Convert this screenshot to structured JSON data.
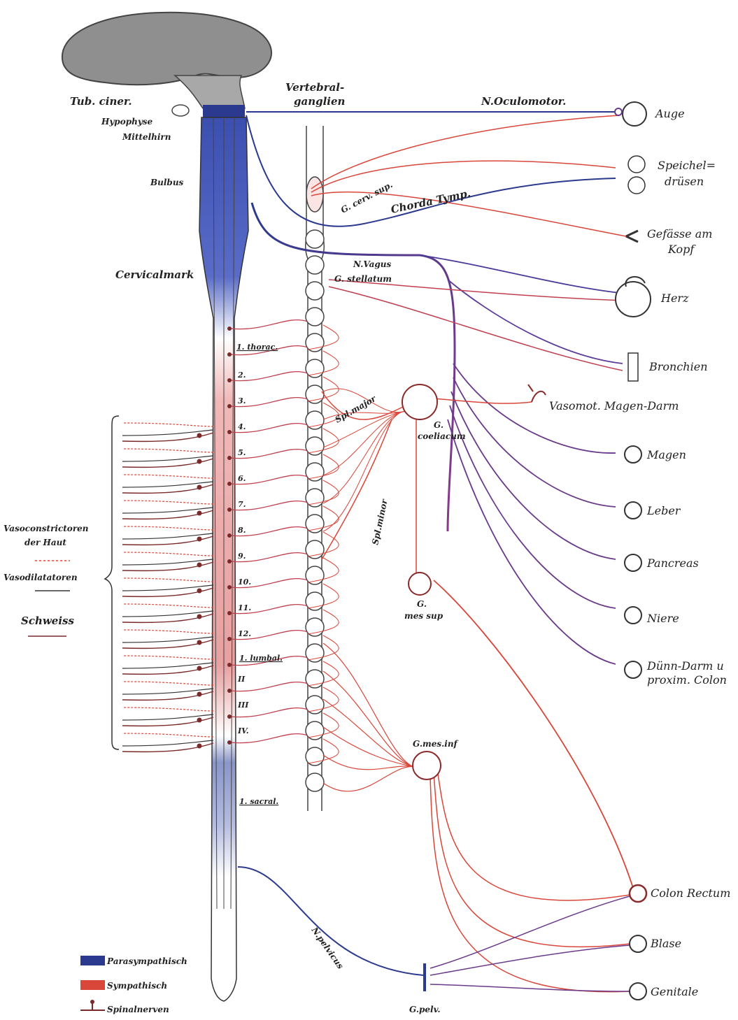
{
  "labels": {
    "tub_ciner": "Tub. ciner.",
    "hypophyse": "Hypophyse",
    "mittelhirn": "Mittelhirn",
    "bulbus": "Bulbus",
    "cervicalmark": "Cervicalmark",
    "vertebralganglien_1": "Vertebral-",
    "vertebralganglien_2": "ganglien",
    "n_oculomotor": "N.Oculomotor.",
    "g_cerv_sup": "G. cerv. sup.",
    "chorda_tymp": "Chorda Tymp.",
    "n_vagus": "N.Vagus",
    "g_stellatum": "G. stellatum",
    "spl_major": "Spl.major",
    "spl_minor": "Spl.minor",
    "g_coeliacum_1": "G.",
    "g_coeliacum_2": "coeliacum",
    "g_mes_sup_1": "G.",
    "g_mes_sup_2": "mes sup",
    "g_mes_inf": "G.mes.inf",
    "n_pelvicus": "N.pelvicus",
    "g_pelv": "G.pelv.",
    "thorac": "1. thorac.",
    "lumbal": "1. lumbal.",
    "sacral": "1. sacral.",
    "vasoconstrictoren_1": "Vasoconstrictoren",
    "vasoconstrictoren_2": "der Haut",
    "vasodilatatoren": "Vasodilatatoren",
    "schweiss": "Schweiss"
  },
  "segments": [
    "2.",
    "3.",
    "4.",
    "5.",
    "6.",
    "7.",
    "8.",
    "9.",
    "10.",
    "11.",
    "12.",
    "II",
    "III",
    "IV."
  ],
  "organs": [
    {
      "id": "auge",
      "label": "Auge"
    },
    {
      "id": "speicheldruesen_1",
      "label": "Speichel="
    },
    {
      "id": "speicheldruesen_2",
      "label": "drüsen"
    },
    {
      "id": "gefaesse_1",
      "label": "Gefässe am"
    },
    {
      "id": "gefaesse_2",
      "label": "Kopf"
    },
    {
      "id": "herz",
      "label": "Herz"
    },
    {
      "id": "bronchien",
      "label": "Bronchien"
    },
    {
      "id": "vasomot",
      "label": "Vasomot. Magen-Darm"
    },
    {
      "id": "magen",
      "label": "Magen"
    },
    {
      "id": "leber",
      "label": "Leber"
    },
    {
      "id": "pancreas",
      "label": "Pancreas"
    },
    {
      "id": "niere",
      "label": "Niere"
    },
    {
      "id": "duenn_1",
      "label": "Dünn-Darm u"
    },
    {
      "id": "duenn_2",
      "label": "proxim. Colon"
    },
    {
      "id": "colon",
      "label": "Colon Rectum"
    },
    {
      "id": "blase",
      "label": "Blase"
    },
    {
      "id": "genitale",
      "label": "Genitale"
    }
  ],
  "legend": {
    "parasympathisch": "Parasympathisch",
    "sympathisch": "Sympathisch",
    "spinalnerven": "Spinalnerven"
  },
  "colors": {
    "parasympathetic": "#2b3a8f",
    "sympathetic": "#d9463a",
    "spinal": "#7a2a2a",
    "purple": "#6a3a8a"
  }
}
